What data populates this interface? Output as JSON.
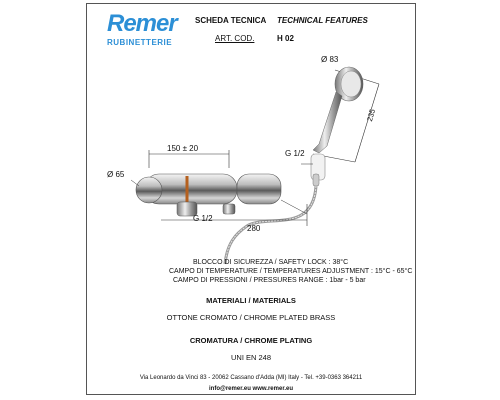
{
  "brand": {
    "logo_text": "Remer",
    "logo_sub": "RUBINETTERIE",
    "color": "#2c8fd6"
  },
  "header": {
    "scheda": "SCHEDA TECNICA",
    "technical": "TECHNICAL FEATURES",
    "art_label": "ART. COD.",
    "art_value": "H 02"
  },
  "dimensions": {
    "head_diameter": "Ø 83",
    "hose_length": "235",
    "spacing": "150 ± 20",
    "body_diameter": "Ø 65",
    "length": "280",
    "thread_left": "G 1/2",
    "thread_right": "G 1/2"
  },
  "specs": [
    "BLOCCO DI SICUREZZA / SAFETY LOCK : 38°C",
    "CAMPO DI TEMPERATURE /  TEMPERATURES ADJUSTMENT :  15°C - 65°C",
    "CAMPO DI PRESSIONI  / PRESSURES  RANGE  : 1bar - 5 bar"
  ],
  "materials": {
    "title": "MATERIALI / MATERIALS",
    "value": "OTTONE CROMATO / CHROME PLATED BRASS"
  },
  "plating": {
    "title": "CROMATURA / CHROME PLATING",
    "standard": "UNI EN 248"
  },
  "footer": {
    "address": "Via Leonardo da Vinci 83 - 20062 Cassano d'Adda (MI) Italy - Tel. +39-0363 364211",
    "contact": "info@remer.eu   www.remer.eu"
  }
}
